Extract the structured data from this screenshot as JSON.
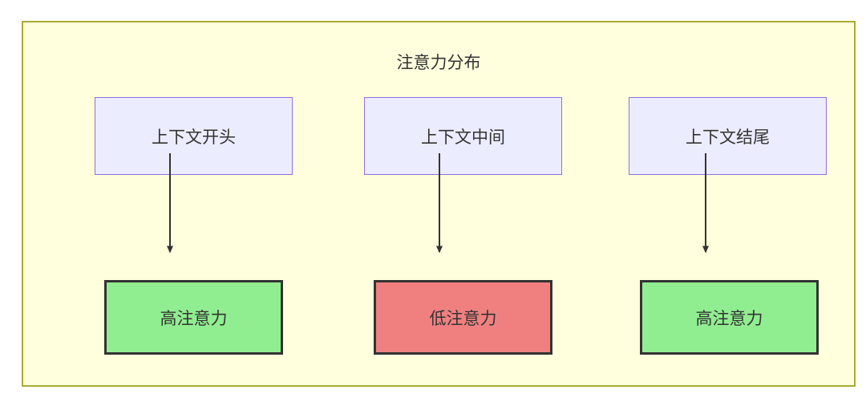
{
  "diagram": {
    "title": "注意力分布",
    "sources": [
      {
        "label": "上下文开头"
      },
      {
        "label": "上下文中间"
      },
      {
        "label": "上下文结尾"
      }
    ],
    "results": [
      {
        "label": "高注意力",
        "level": "high"
      },
      {
        "label": "低注意力",
        "level": "low"
      },
      {
        "label": "高注意力",
        "level": "high"
      }
    ],
    "edges": [
      {
        "from": "上下文开头",
        "to": "高注意力"
      },
      {
        "from": "上下文中间",
        "to": "低注意力"
      },
      {
        "from": "上下文结尾",
        "to": "高注意力"
      }
    ],
    "colors": {
      "container_fill": "#FFFFDE",
      "container_border": "#AAAA33",
      "source_fill": "#ECECFF",
      "source_border": "#9370DB",
      "high_fill": "#90EE90",
      "low_fill": "#F08080",
      "result_border": "#333333",
      "arrow": "#333333",
      "text": "#333333"
    }
  }
}
